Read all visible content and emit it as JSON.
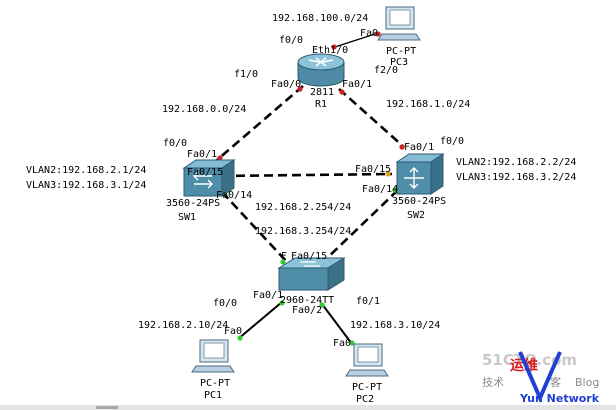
{
  "colors": {
    "link": "#000000",
    "port_up": "#33cc33",
    "port_down": "#cc2222",
    "port_orange": "#e8a020",
    "router_body": "#6fa9c2",
    "switch_body": "#4f8ea8",
    "pc_body": "#b7cfe0"
  },
  "devices": {
    "r1": {
      "model": "2811",
      "name": "R1",
      "icon": "router-icon"
    },
    "sw1": {
      "model": "3560-24PS",
      "name": "SW1",
      "icon": "multilayer-switch-icon"
    },
    "sw2": {
      "model": "3560-24PS",
      "name": "SW2",
      "icon": "multilayer-switch-icon"
    },
    "sw_access": {
      "model": "2960-24TT",
      "icon": "switch-icon"
    },
    "pc1": {
      "model": "PC-PT",
      "name": "PC1",
      "icon": "pc-icon"
    },
    "pc2": {
      "model": "PC-PT",
      "name": "PC2",
      "icon": "pc-icon"
    },
    "pc3": {
      "model": "PC-PT",
      "name": "PC3",
      "icon": "pc-icon"
    }
  },
  "labels": {
    "net_100": "192.168.100.0/24",
    "net_0": "192.168.0.0/24",
    "net_1": "192.168.1.0/24",
    "r1_f00": "f0/0",
    "r1_eth10": "Eth1/0",
    "r1_f10": "f1/0",
    "r1_f20": "f2/0",
    "r1_fa00": "Fa0/0",
    "r1_fa01": "Fa0/1",
    "pc3_fa0": "Fa0",
    "sw1_f00": "f0/0",
    "sw1_fa01": "Fa0/1",
    "sw1_fa015": "Fa0/15",
    "sw1_fa014": "Fa0/14",
    "sw1_vlan2": "VLAN2:192.168.2.1/24",
    "sw1_vlan3": "VLAN3:192.168.3.1/24",
    "sw2_fa01": "Fa0/1",
    "sw2_f00": "f0/0",
    "sw2_fa015": "Fa0/15",
    "sw2_fa014": "Fa0/14",
    "sw2_vlan2": "VLAN2:192.168.2.2/24",
    "sw2_vlan3": "VLAN3:192.168.3.2/24",
    "vip_2": "192.168.2.254/24",
    "vip_3": "192.168.3.254/24",
    "sw_fa0": "F",
    "sw_fa015": "Fa0/15",
    "sw_fa01": "Fa0/1",
    "sw_fa02": "Fa0/2",
    "pc1_f00": "f0/0",
    "pc1_ip": "192.168.2.10/24",
    "pc1_fa0": "Fa0",
    "pc2_f01": "f0/1",
    "pc2_ip": "192.168.3.10/24",
    "pc2_fa0": "Fa0"
  },
  "watermark": {
    "site": "51CTO.com",
    "cn_left": "技术",
    "cn_right": "客",
    "cn_mid": "运维",
    "blog": "Blog",
    "brand": "Yun Network"
  }
}
